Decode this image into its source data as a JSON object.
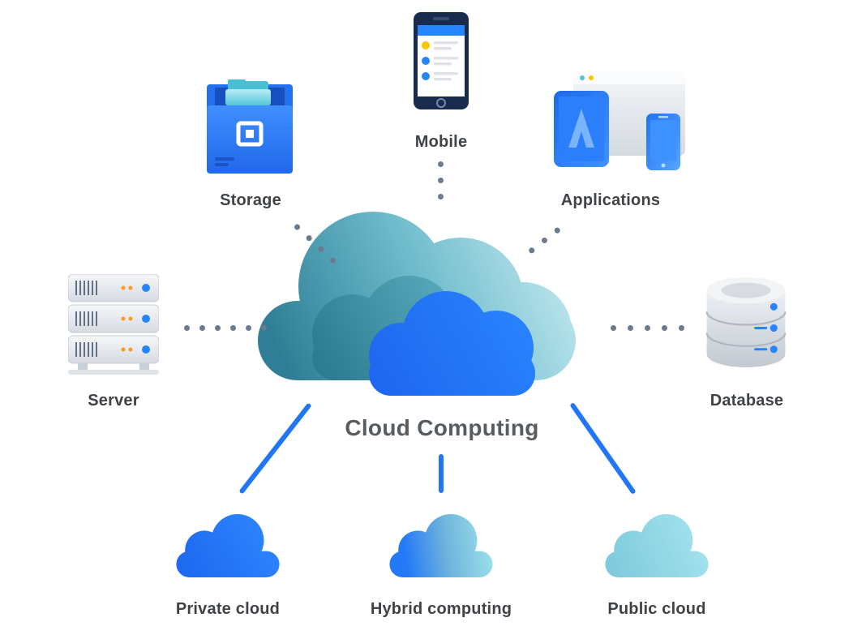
{
  "diagram": {
    "title": "Cloud Computing",
    "nodes": {
      "storage": {
        "label": "Storage"
      },
      "mobile": {
        "label": "Mobile"
      },
      "applications": {
        "label": "Applications"
      },
      "server": {
        "label": "Server"
      },
      "database": {
        "label": "Database"
      },
      "private_cloud": {
        "label": "Private cloud"
      },
      "hybrid_computing": {
        "label": "Hybrid computing"
      },
      "public_cloud": {
        "label": "Public cloud"
      }
    },
    "connections": {
      "dotted": [
        "storage-cloud",
        "mobile-cloud",
        "applications-cloud",
        "server-cloud",
        "database-cloud"
      ],
      "solid": [
        "cloud-private-cloud",
        "cloud-hybrid-computing",
        "cloud-public-cloud"
      ]
    },
    "colors": {
      "primary_blue": "#2176F5",
      "teal_dark": "#2F7E95",
      "teal_light": "#C4EAF2",
      "public_cloud_blue": "#8ED5E3",
      "connector_dot_grey": "#6B7A8F",
      "label_grey": "#3F4347",
      "title_grey": "#575C61",
      "accent_yellow": "#FFC400",
      "accent_orange": "#FF991F",
      "background": "#FFFFFF"
    }
  }
}
